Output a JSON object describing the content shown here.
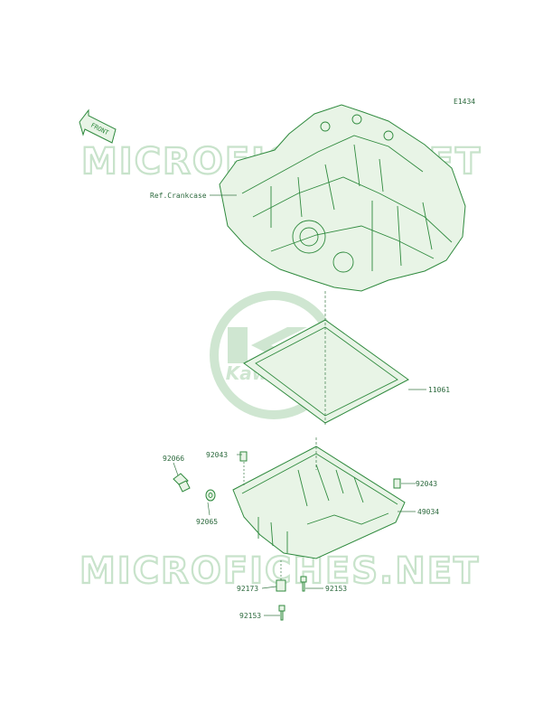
{
  "diagram_id": "E1434",
  "watermark_text": "MICROFICHES.NET",
  "logo_text": "Kawasaki",
  "front_label": "FRONT",
  "colors": {
    "line": "#2f8a3e",
    "fill": "#e8f4e6",
    "label": "#2d6a3e",
    "watermark": "#c8e3cb",
    "logo": "#cfe6d1"
  },
  "parts": {
    "crankcase_ref": "Ref.Crankcase",
    "gasket": "11061",
    "plug_92066": "92066",
    "washer_92065": "92065",
    "dowel_left": "92043",
    "dowel_right": "92043",
    "oil_pan": "49034",
    "fitting": "92173",
    "bolt_right": "92153",
    "bolt_bottom": "92153"
  }
}
